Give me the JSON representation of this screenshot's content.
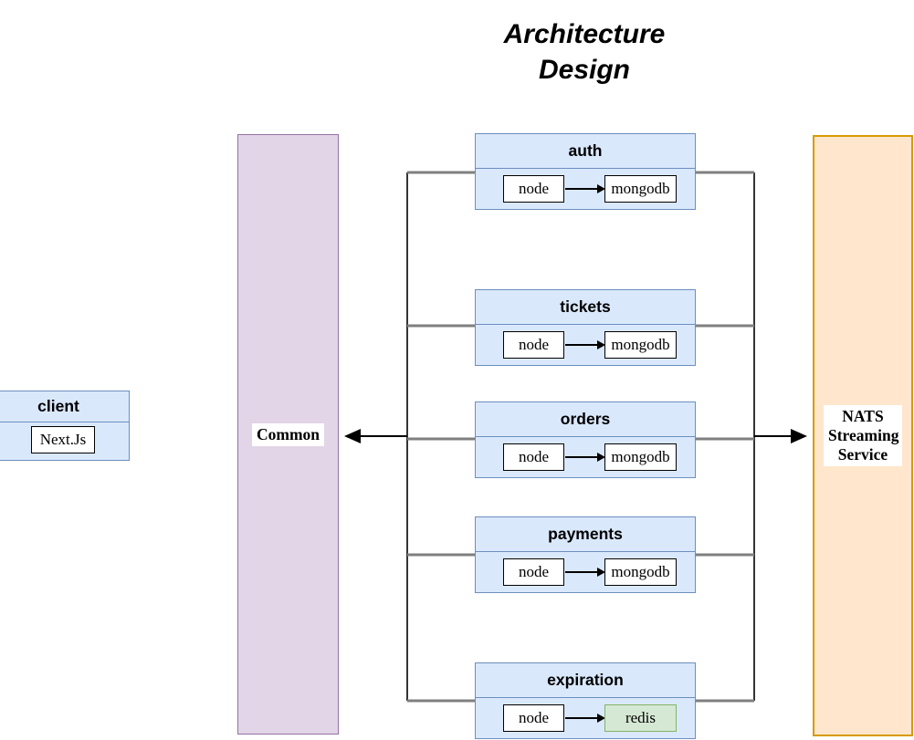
{
  "title": "Architecture Design",
  "client": {
    "title": "client",
    "component": "Next.Js"
  },
  "common": {
    "label": "Common"
  },
  "nats": {
    "label": "NATS Streaming Service"
  },
  "services": [
    {
      "title": "auth",
      "runtime": "node",
      "datastore": "mongodb",
      "datastore_type": "mongodb"
    },
    {
      "title": "tickets",
      "runtime": "node",
      "datastore": "mongodb",
      "datastore_type": "mongodb"
    },
    {
      "title": "orders",
      "runtime": "node",
      "datastore": "mongodb",
      "datastore_type": "mongodb"
    },
    {
      "title": "payments",
      "runtime": "node",
      "datastore": "mongodb",
      "datastore_type": "mongodb"
    },
    {
      "title": "expiration",
      "runtime": "node",
      "datastore": "redis",
      "datastore_type": "redis"
    }
  ],
  "colors": {
    "service_fill": "#dae8fc",
    "service_border": "#6c8ebf",
    "common_fill": "#e1d5e7",
    "common_border": "#9673a6",
    "nats_fill": "#ffe6cc",
    "nats_border": "#d79b00",
    "redis_fill": "#d5e8d4",
    "redis_border": "#82b366",
    "component_fill": "#ffffff",
    "connector_gray": "#7f7f7f",
    "arrow_black": "#000000"
  }
}
